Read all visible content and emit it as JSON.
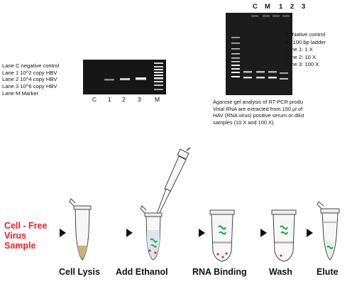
{
  "left_gel": {
    "legend": [
      "Lane C negative control",
      "Lane 1 10^2 copy HBV",
      "Lane 2 10^4 copy HBV",
      "Lane 3 10^6 copy HBV",
      "Lane M Marker"
    ],
    "lanes": [
      "C",
      "1",
      "2",
      "3",
      "M"
    ]
  },
  "right_gel": {
    "lanes": [
      "C",
      "M",
      "1",
      "2",
      "3"
    ],
    "legend": [
      "C: Native control",
      "M: 100 bp ladder",
      "Lane 1: 1 X",
      "Lane 2: 10 X",
      "Lane 3: 100 X"
    ],
    "caption": [
      "Agarose gel analysis of RT-PCR produ",
      "Virial RNA are extracted from 150 µl of",
      "HAV (RNA virus) positive serum or dilut",
      "samples (10 X and 100 X)."
    ]
  },
  "workflow": {
    "sample_label": [
      "Cell - Free",
      "Virus",
      "Sample"
    ],
    "steps": [
      "Cell Lysis",
      "Add Ethanol",
      "RNA Binding",
      "Wash",
      "Elute"
    ],
    "colors": {
      "sample_label": "#e8212a",
      "lysate": "#c8b27a",
      "rna_strand": "#2fa84f",
      "bead": "#d6322f"
    }
  }
}
